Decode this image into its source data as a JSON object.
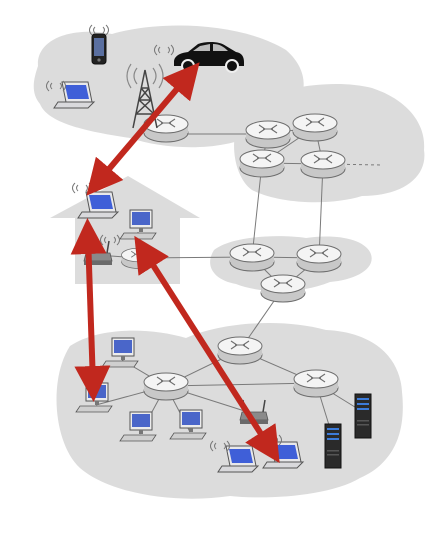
{
  "diagram": {
    "kind": "network-topology",
    "colors": {
      "background": "#ffffff",
      "region_fill": "#dcdcdc",
      "link": "#7a7a7a",
      "arrow": "#c1281e",
      "router_top": "#f4f4f4",
      "router_side": "#c8c8c8",
      "router_stroke": "#6e6e6e",
      "laptop_screen": "#3f5fd8",
      "server_body": "#2a2a2a",
      "server_led": "#3c7bd9"
    },
    "regions": [
      "mobile-network",
      "core-network",
      "regional-isp",
      "home-network",
      "enterprise-network"
    ],
    "devices": {
      "routers": 12,
      "laptops": 5,
      "desktops": 6,
      "servers": 2,
      "wireless_access_points": 3,
      "cell_tower": 1,
      "smartphone": 1,
      "car": 1
    },
    "double_headed_arrows": [
      {
        "from": "car",
        "to": "home-laptop"
      },
      {
        "from": "home-laptop",
        "to": "enterprise-desktop"
      },
      {
        "from": "home-router",
        "to": "enterprise-laptop"
      }
    ]
  }
}
